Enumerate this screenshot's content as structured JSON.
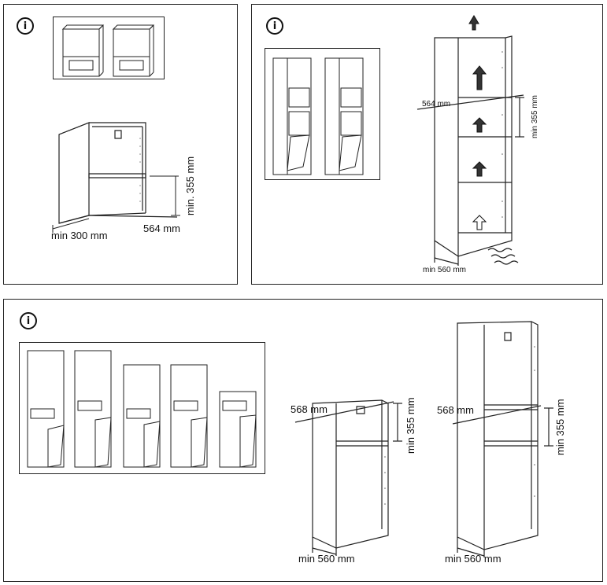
{
  "panels": {
    "top_left": {
      "info_symbol": "i",
      "icon": "info-icon",
      "labels": {
        "height": "min. 355 mm",
        "width": "564 mm",
        "depth": "min 300 mm"
      }
    },
    "top_right": {
      "info_symbol": "i",
      "icon": "info-icon",
      "labels": {
        "width": "564 mm",
        "height": "min 355 mm",
        "depth": "min 560 mm"
      }
    },
    "bottom": {
      "info_symbol": "i",
      "icon": "info-icon",
      "left_cabinet": {
        "width": "568 mm",
        "height": "min 355 mm",
        "depth": "min 560 mm"
      },
      "right_cabinet": {
        "width": "568 mm",
        "height": "min 355 mm",
        "depth": "min 560 mm"
      }
    }
  },
  "colors": {
    "line": "#222222",
    "background": "#ffffff"
  }
}
